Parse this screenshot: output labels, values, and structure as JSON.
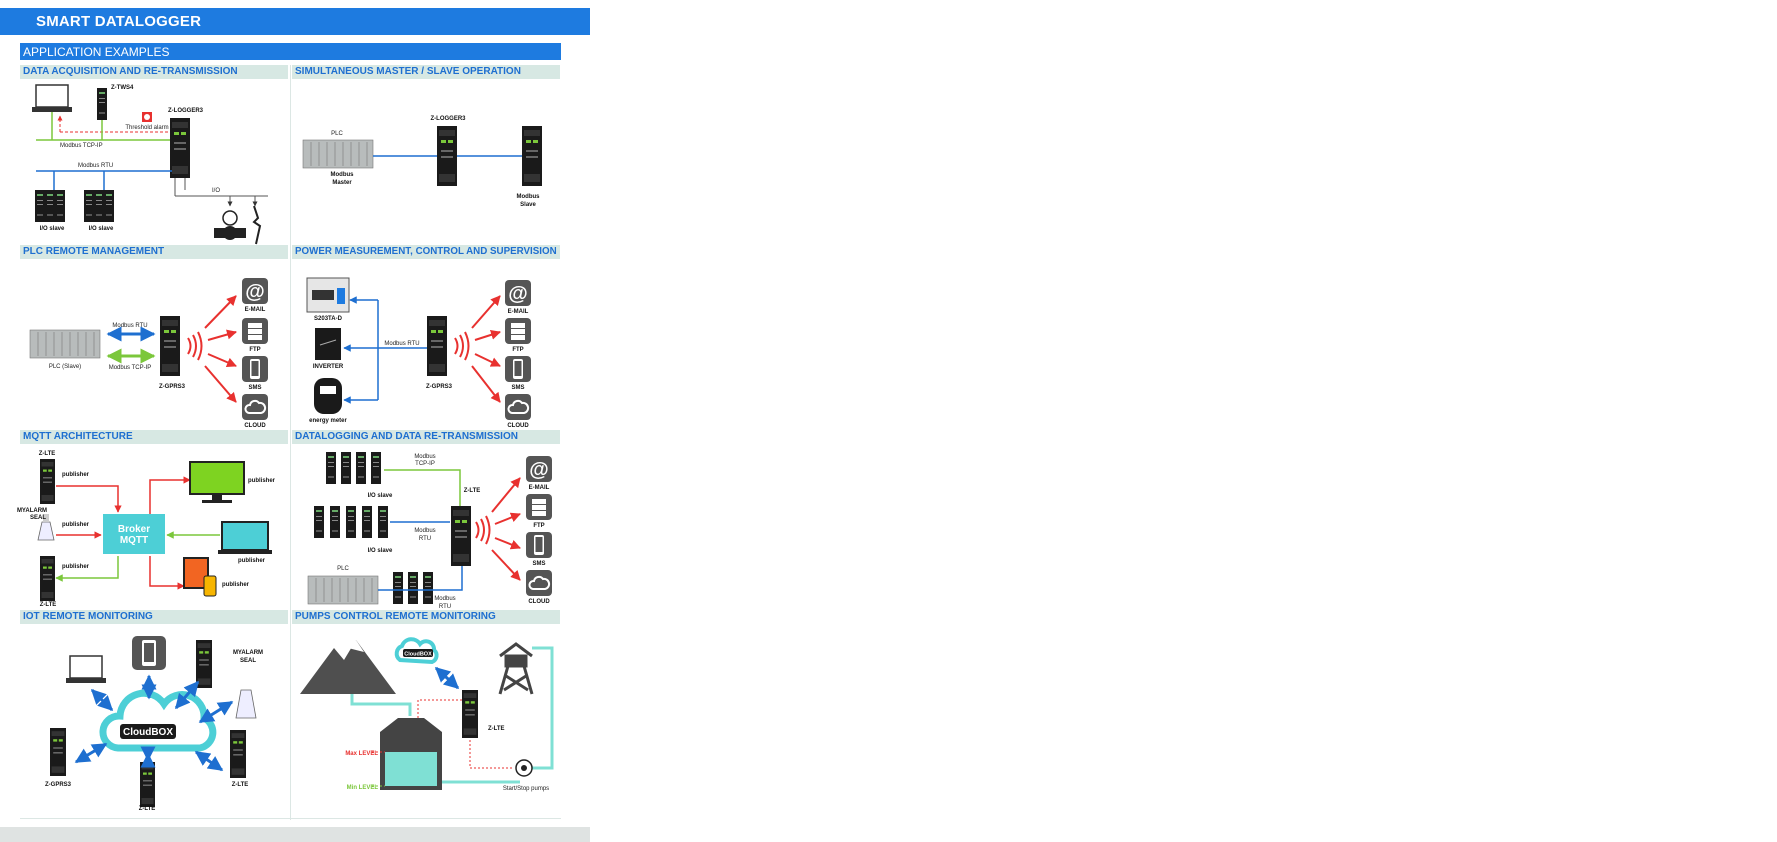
{
  "header": {
    "title": "SMART DATALOGGER",
    "subtitle": "APPLICATION EXAMPLES"
  },
  "colors": {
    "brand_blue": "#1e7be0",
    "section_bg": "#d7e8e3",
    "red": "#e8312f",
    "green": "#7bc73b",
    "cyan": "#4dcfd6"
  },
  "sections": [
    {
      "title": "DATA ACQUISITION AND RE-TRANSMISSION"
    },
    {
      "title": "SIMULTANEOUS MASTER / SLAVE OPERATION"
    },
    {
      "title": "PLC REMOTE MANAGEMENT"
    },
    {
      "title": "POWER MEASUREMENT, CONTROL AND SUPERVISION"
    },
    {
      "title": "MQTT ARCHITECTURE"
    },
    {
      "title": "DATALOGGING AND DATA RE-TRANSMISSION"
    },
    {
      "title": "IOT REMOTE MONITORING"
    },
    {
      "title": "PUMPS CONTROL REMOTE MONITORING"
    }
  ],
  "s1": {
    "ztw": "Z-TWS4",
    "zlogger": "Z-LOGGER3",
    "threshold": "Threshold alarm",
    "tcp": "Modbus TCP-IP",
    "rtu": "Modbus RTU",
    "io": "I/O",
    "slave1": "I/O slave",
    "slave2": "I/O slave"
  },
  "s2": {
    "plc": "PLC",
    "zlogger": "Z-LOGGER3",
    "master1": "Modbus",
    "master2": "Master",
    "slave1": "Modbus",
    "slave2": "Slave"
  },
  "s3": {
    "rtu": "Modbus RTU",
    "tcp": "Modbus TCP-IP",
    "plc": "PLC (Slave)",
    "device": "Z-GPRS3",
    "email": "E-MAIL",
    "ftp": "FTP",
    "sms": "SMS",
    "cloud": "CLOUD"
  },
  "s4": {
    "sirio": "S203TA-D",
    "inverter": "INVERTER",
    "meter": "energy meter",
    "rtu": "Modbus RTU",
    "device": "Z-GPRS3",
    "email": "E-MAIL",
    "ftp": "FTP",
    "sms": "SMS",
    "cloud": "CLOUD"
  },
  "s5": {
    "zlte1": "Z-LTE",
    "myalarm1": "MYALARM",
    "myalarm2": "SEAL",
    "zlte2": "Z-LTE",
    "pub1": "publisher",
    "pub2": "publisher",
    "pub3": "publisher",
    "pub4": "publisher",
    "pub5": "publisher",
    "pub6": "publisher",
    "broker1": "Broker",
    "broker2": "MQTT"
  },
  "s6": {
    "tcp1": "Modbus",
    "tcp2": "TCP-IP",
    "slave1": "I/O slave",
    "rtu1": "Modbus",
    "rtu2": "RTU",
    "slave2": "I/O slave",
    "plc": "PLC",
    "rtu3": "Modbus",
    "rtu4": "RTU",
    "device": "Z-LTE",
    "email": "E-MAIL",
    "ftp": "FTP",
    "sms": "SMS",
    "cloud": "CLOUD"
  },
  "s7": {
    "myalarm1": "MYALARM",
    "myalarm2": "SEAL",
    "cloudbox": "CloudBOX",
    "zgprs": "Z-GPRS3",
    "zlte1": "Z-LTE",
    "zlte2": "Z-LTE"
  },
  "s8": {
    "cloudbox": "CloudBOX",
    "device": "Z-LTE",
    "max": "Max LEVEL",
    "min": "Min LEVEL",
    "pumps": "Start/Stop pumps"
  }
}
